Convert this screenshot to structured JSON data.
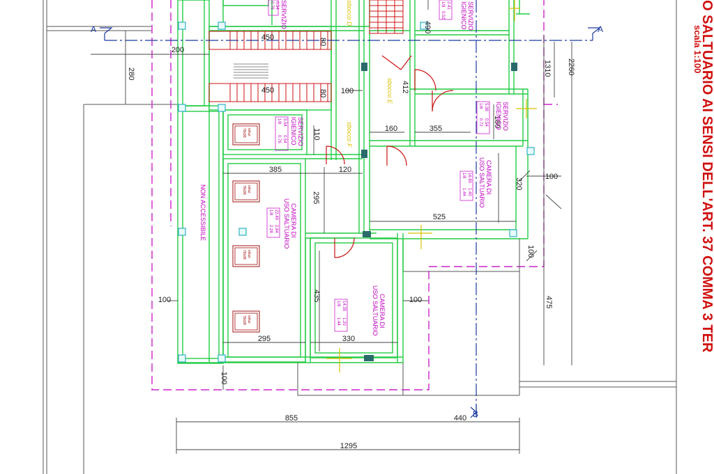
{
  "colors": {
    "wall": "#22cc44",
    "dimension": "#333333",
    "magenta": "#cc22cc",
    "axis": "#1a3aa0",
    "stair": "#cc1111",
    "door": "#cc1111",
    "column": "#40c0d0",
    "annotation": "#d8c000",
    "title": "#d01010"
  },
  "title": {
    "line1": "O SALTUARIO AI SENSI DELL'ART. 37 COMMA 3 TER",
    "scale": "scala 1:100"
  },
  "axes": {
    "section_a_left": "A",
    "section_a_right": "A",
    "section_b": "B"
  },
  "dimensions": {
    "d200": "200",
    "d280": "280",
    "d450_top": "450",
    "d450_mid": "450",
    "d80_top": "80",
    "d80_mid": "80",
    "d100_corr": "100",
    "d412": "412",
    "d490": "490",
    "d1310": "1310",
    "d2260": "2260",
    "d160": "160",
    "d355": "355",
    "d180": "180",
    "d110": "110",
    "d385": "385",
    "d120": "120",
    "d295_v": "295",
    "d320": "320",
    "d100_r": "100",
    "d525": "525",
    "d100_r2": "100",
    "d475": "475",
    "d435": "435",
    "d100_left": "100",
    "d100_mid": "100",
    "d295_h": "295",
    "d330": "330",
    "d100_bottom": "100",
    "d855": "855",
    "d440": "440",
    "d1295": "1295"
  },
  "rooms": {
    "bath_top": {
      "name1": "SERVIZIO",
      "name2": "IGIENICO",
      "r1": [
        "2.41",
        ""
      ],
      "r2": [
        "1/8",
        "0.52"
      ]
    },
    "bath_left": {
      "name1": "SERVIZIO",
      "name2": "IGIENICO",
      "r1": [
        "5.54",
        "0.54"
      ],
      "r2": [
        "1/8",
        "0.76"
      ]
    },
    "bath_right": {
      "name1": "SERVIZIO",
      "name2": "IGIENICO",
      "r1": [
        "5.38",
        "0.54"
      ],
      "r2": [
        "1/8",
        "0.72"
      ]
    },
    "bath_top_left": {
      "name1": "SERVIZIO",
      "name2": "IGIENICO",
      "r1": [
        "0.54",
        ""
      ],
      "r2": [
        "0.76",
        ""
      ]
    },
    "room_left": {
      "name1": "CAMERA DI",
      "name2": "USO SALTUARIO",
      "r1": [
        "22.49",
        "2.84"
      ],
      "r2": [
        "1/8",
        "2.28"
      ]
    },
    "room_right": {
      "name1": "CAMERA DI",
      "name2": "USO SALTUARIO",
      "r1": [
        "16.80",
        "1.40"
      ],
      "r2": [
        "1/8",
        "1.44"
      ]
    },
    "room_bottom": {
      "name1": "CAMERA DI",
      "name2": "USO SALTUARIO",
      "r1": [
        "14.35",
        "1.20"
      ],
      "r2": [
        "1/8",
        "1.44"
      ]
    },
    "not_accessible": "NON ACCESSIBILE"
  },
  "annotations": {
    "sbocco_d": "sbocco D",
    "sbocco_e": "sbocco E",
    "sbocco_f": "sbocco F"
  },
  "velux": {
    "line1": "velux",
    "line2": "78x98"
  }
}
